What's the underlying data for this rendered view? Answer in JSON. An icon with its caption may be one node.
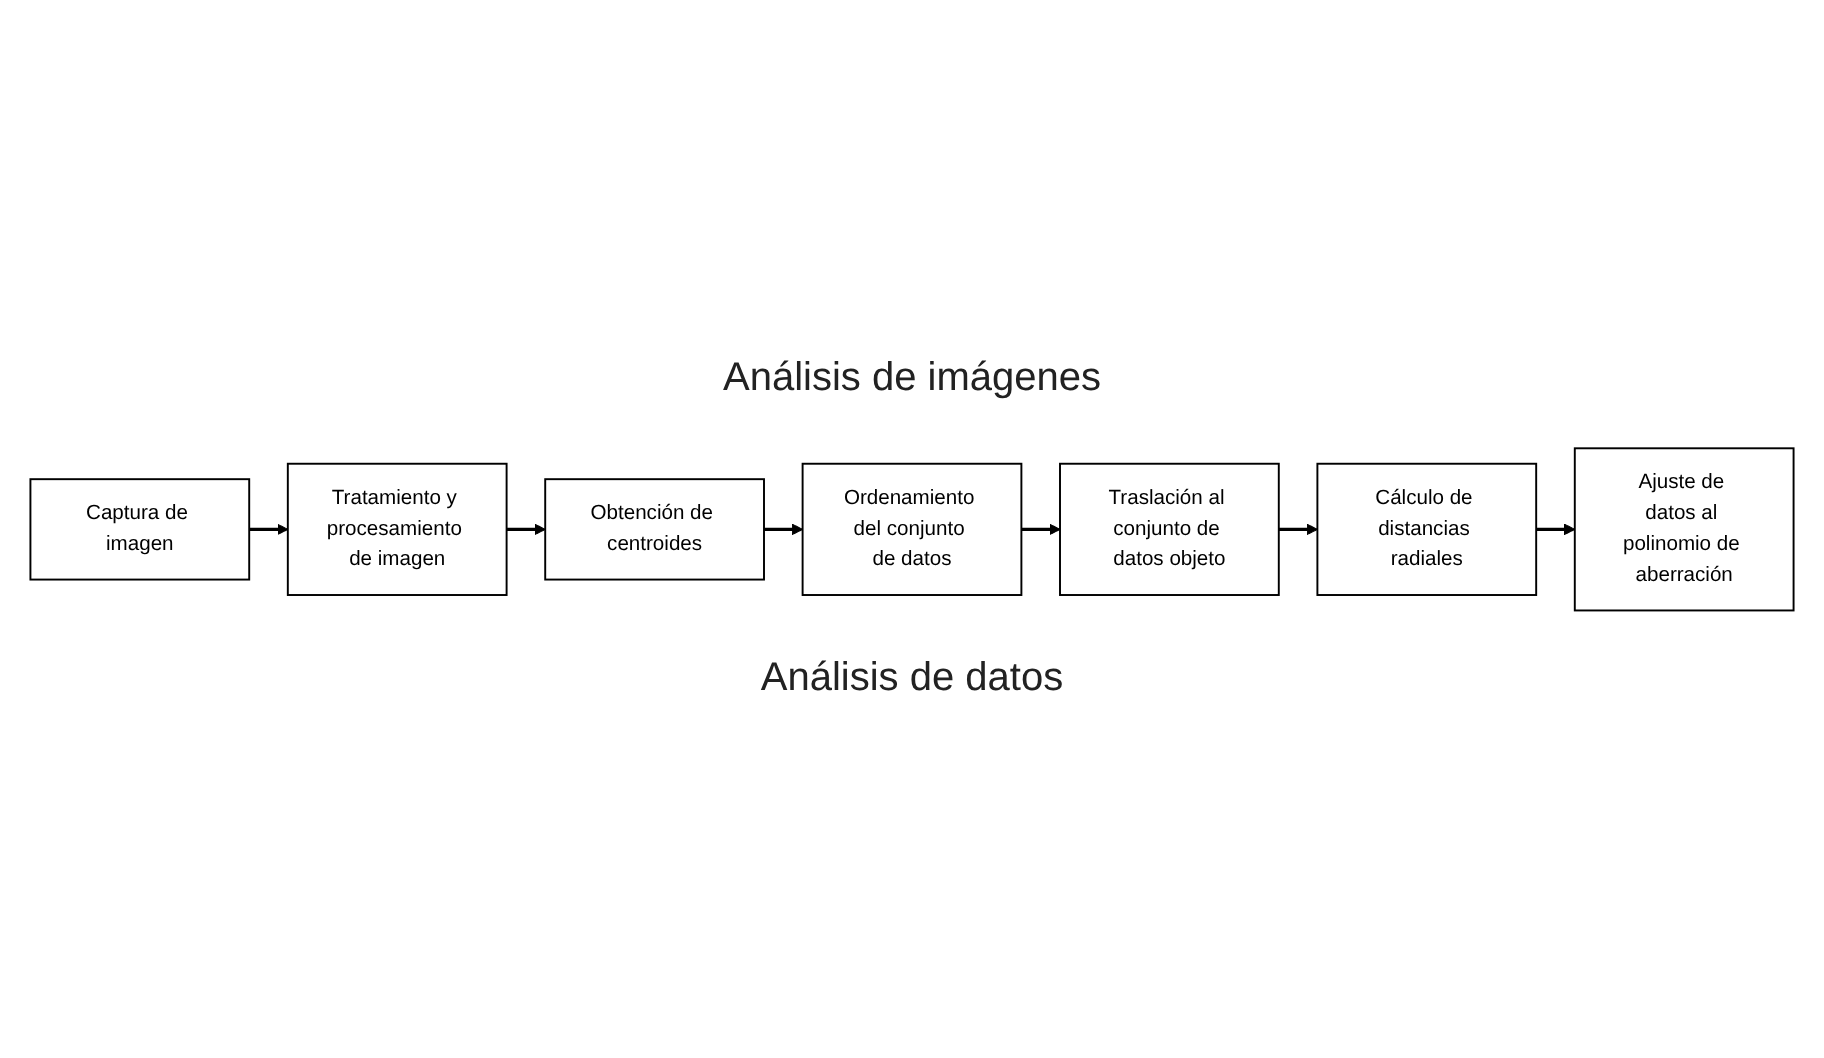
{
  "diagram": {
    "nodes": [
      {
        "text": [
          "Captura de imagen"
        ]
      },
      {
        "text": [
          "Tratamiento y procesamiento de imagen"
        ]
      },
      {
        "text": [
          "Obtención de centroides"
        ]
      },
      {
        "text": [
          "Ordenamiento del conjunto de datos"
        ]
      },
      {
        "text": [
          "Traslación al conjunto de datos objeto"
        ]
      },
      {
        "text": [
          "Cálculo de distancias radiales"
        ]
      },
      {
        "text": [
          "Ajuste de datos al polinomio de aberración"
        ]
      }
    ],
    "edges": [
      {
        "from": 0,
        "to": 1,
        "arrow": "to"
      },
      {
        "from": 1,
        "to": 2,
        "arrow": "to"
      },
      {
        "from": 2,
        "to": 3,
        "arrow": "to"
      },
      {
        "from": 3,
        "to": 4,
        "arrow": "to"
      },
      {
        "from": 4,
        "to": 5,
        "arrow": "to"
      },
      {
        "from": 5,
        "to": 6,
        "arrow": "to"
      }
    ],
    "labels": [
      "Análisis de imágenes",
      "Análisis de datos"
    ]
  }
}
